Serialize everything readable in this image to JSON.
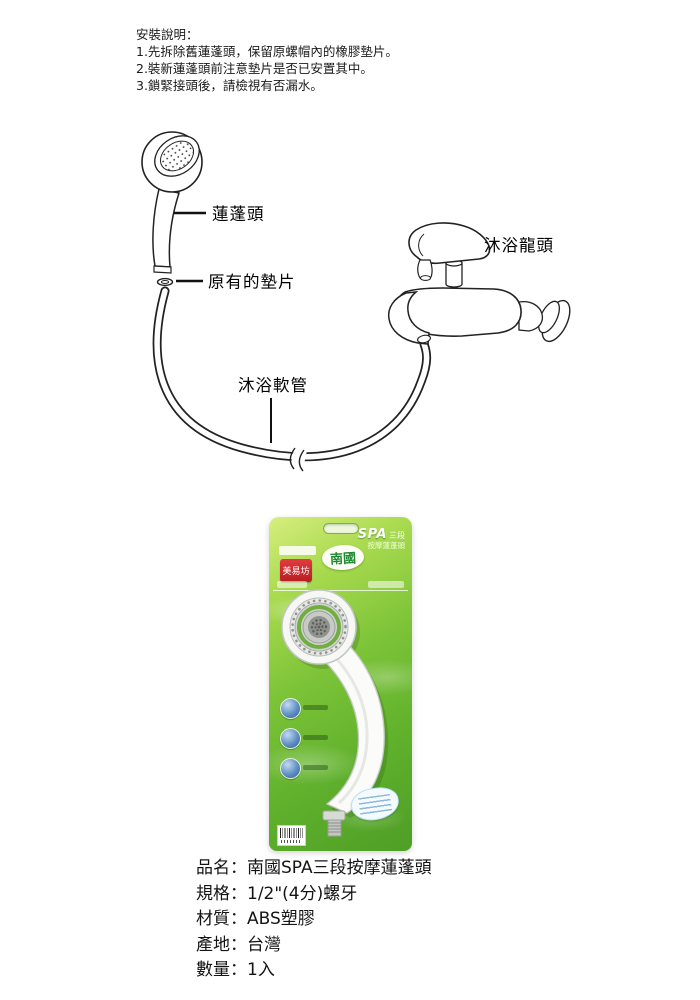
{
  "page": {
    "background": "#ffffff"
  },
  "instructions": {
    "title": "安裝說明：",
    "steps": [
      "1.先拆除舊蓮蓬頭，保留原螺帽內的橡膠墊片。",
      "2.裝新蓮蓬頭前注意墊片是否已安置其中。",
      "3.鎖緊接頭後，請檢視有否漏水。"
    ]
  },
  "diagram": {
    "labels": {
      "shower_head": "蓮蓬頭",
      "original_gasket": "原有的墊片",
      "bath_faucet": "沐浴龍頭",
      "shower_hose": "沐浴軟管"
    }
  },
  "package": {
    "series": "SPA",
    "grade": "三段",
    "product_line": "按摩蓮蓬頭",
    "brand": "南國",
    "maker_logo": "美易坊",
    "colors": {
      "card_green": "#6fbe32",
      "logo_red": "#cc2a2e",
      "brand_green": "#1f8a34"
    }
  },
  "specs": {
    "lines": [
      "品名：南國SPA三段按摩蓮蓬頭",
      "規格：1/2\"(4分)螺牙",
      "材質：ABS塑膠",
      "產地：台灣",
      "數量：1入"
    ]
  }
}
